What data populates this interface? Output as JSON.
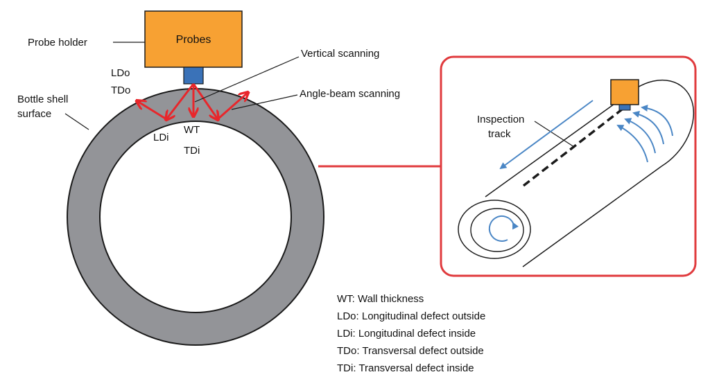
{
  "labels": {
    "probes": "Probes",
    "probe_holder": "Probe holder",
    "vertical_scanning": "Vertical scanning",
    "angle_beam_scanning": "Angle-beam scanning",
    "ldo": "LDo",
    "tdo": "TDo",
    "bottle_shell_line1": "Bottle shell",
    "bottle_shell_line2": "surface",
    "ldi": "LDi",
    "wt": "WT",
    "tdi": "TDi",
    "inspection_track_line1": "Inspection",
    "inspection_track_line2": "track"
  },
  "legend": [
    "WT: Wall thickness",
    "LDo: Longitudinal defect outside",
    "LDi: Longitudinal defect inside",
    "TDo: Transversal defect outside",
    "TDi: Transversal defect inside"
  ],
  "colors": {
    "probe_box": "#f7a133",
    "probe_stem": "#3a72b8",
    "ring": "#939498",
    "beam": "#e8262b",
    "detail_frame": "#e03a3d",
    "flow_arrow": "#4a86c5",
    "outline": "#1a1a1a"
  }
}
